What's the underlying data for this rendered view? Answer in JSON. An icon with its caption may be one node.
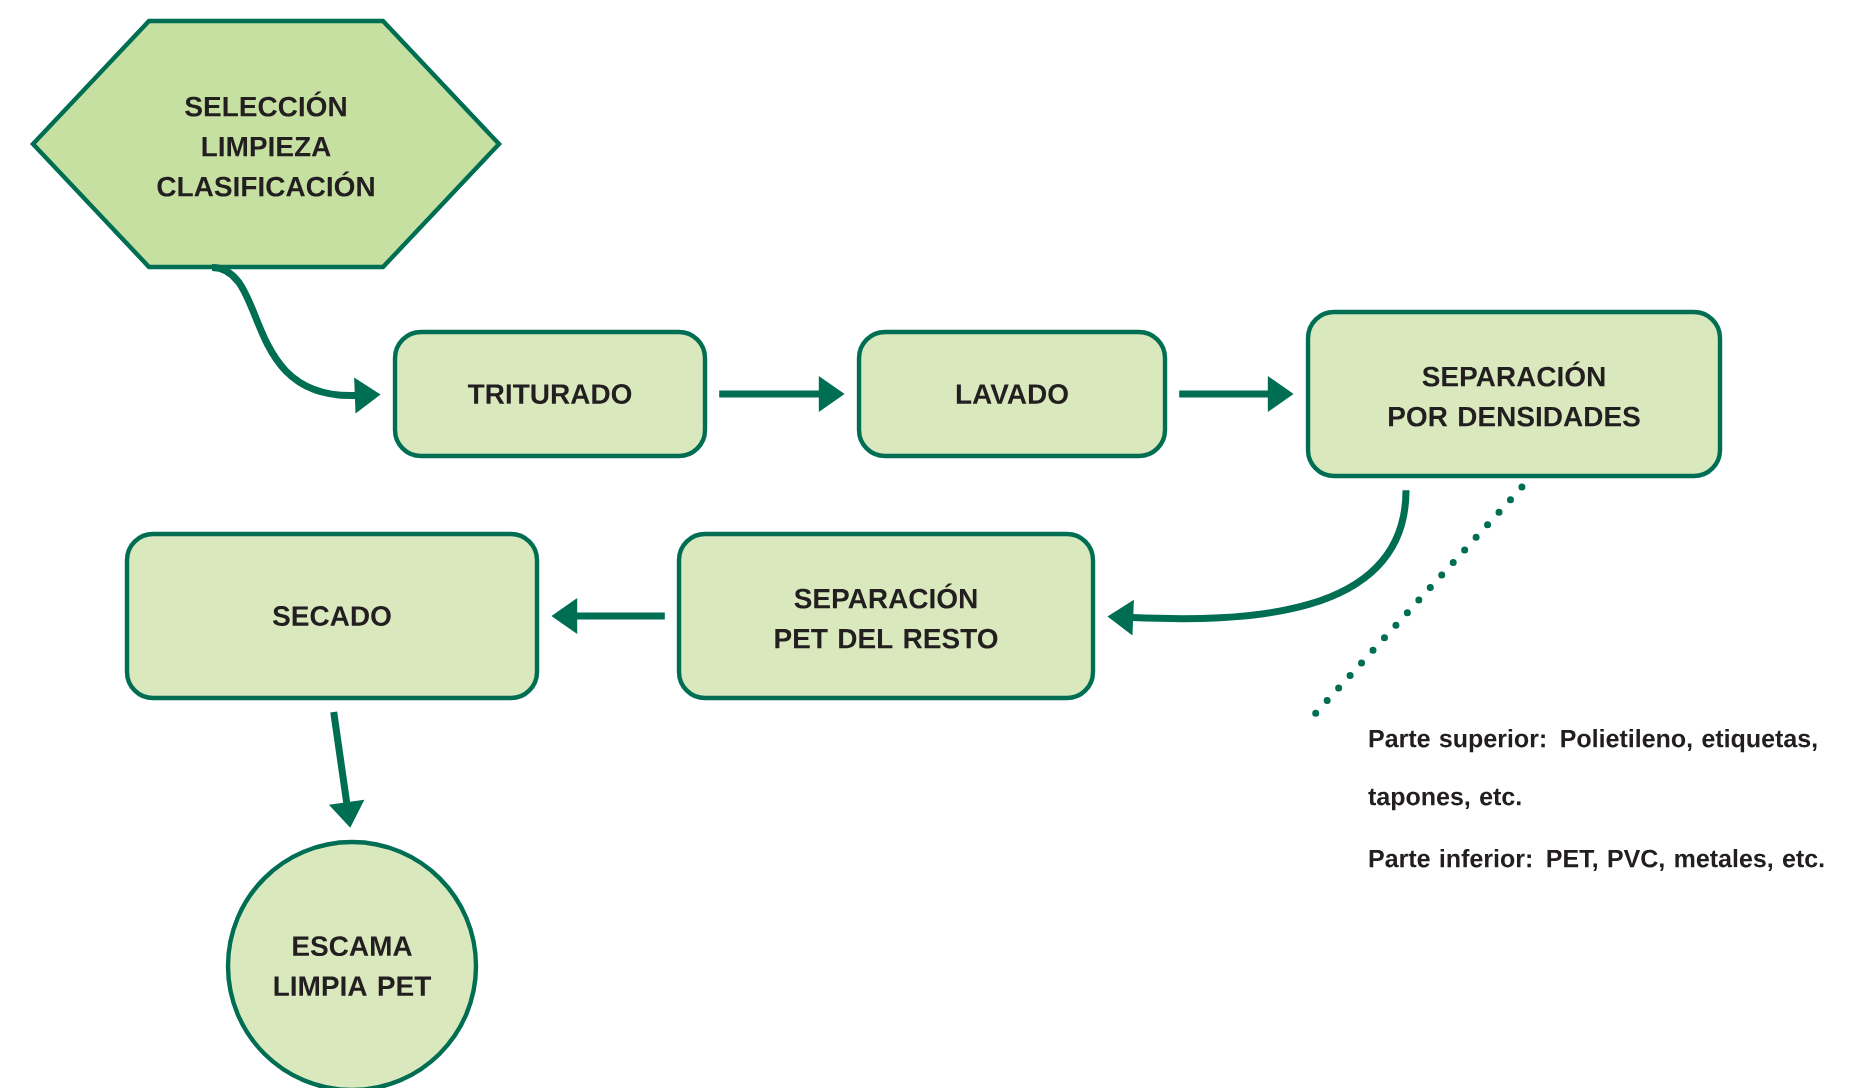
{
  "diagram": {
    "nodes": [
      {
        "text": [
          "SELECCIÓN LIMPIEZA CLASIFICACIÓN"
        ]
      },
      {
        "text": [
          "TRITURADO"
        ]
      },
      {
        "text": [
          "LAVADO"
        ]
      },
      {
        "text": [
          "SEPARACIÓN POR DENSIDADES"
        ]
      },
      {
        "text": [
          "SEPARACIÓN PET DEL RESTO"
        ]
      },
      {
        "text": [
          "SECADO"
        ]
      },
      {
        "text": [
          "ESCAMA LIMPIA PET"
        ]
      },
      {
        "text": [
          "Parte superior: Polietileno, etiquetas, tapones, etc.",
          "Parte inferior: PET, PVC, metales, etc."
        ]
      }
    ],
    "edges": [
      {
        "from": 0,
        "to": 1,
        "arrow": "to"
      },
      {
        "from": 1,
        "to": 2,
        "arrow": "to"
      },
      {
        "from": 2,
        "to": 3,
        "arrow": "to"
      },
      {
        "from": 3,
        "to": 4,
        "arrow": "to"
      },
      {
        "from": 4,
        "to": 5,
        "arrow": "to"
      },
      {
        "from": 5,
        "to": 6,
        "arrow": "to"
      },
      {
        "from": 3,
        "to": 7,
        "arrow": "none",
        "style": "dashed"
      }
    ]
  }
}
